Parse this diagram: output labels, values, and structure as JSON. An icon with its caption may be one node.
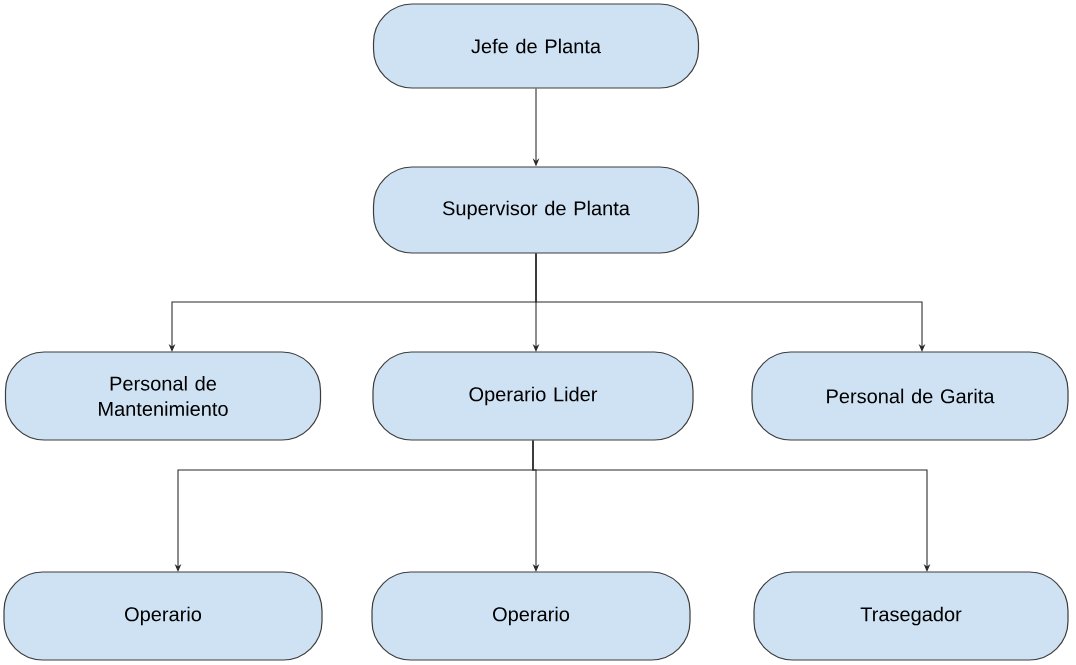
{
  "diagram": {
    "nodes": [
      {
        "text": [
          "Jefe de Planta"
        ]
      },
      {
        "text": [
          "Supervisor de Planta"
        ]
      },
      {
        "text": [
          "Personal de Mantenimiento"
        ]
      },
      {
        "text": [
          "Operario Lider"
        ]
      },
      {
        "text": [
          "Personal de Garita"
        ]
      },
      {
        "text": [
          "Operario"
        ]
      },
      {
        "text": [
          "Operario"
        ]
      },
      {
        "text": [
          "Trasegador"
        ]
      }
    ],
    "edges": [
      {
        "from": 0,
        "to": 1,
        "arrow": "to"
      },
      {
        "from": 1,
        "to": 2,
        "arrow": "to"
      },
      {
        "from": 1,
        "to": 3,
        "arrow": "to"
      },
      {
        "from": 1,
        "to": 4,
        "arrow": "to"
      },
      {
        "from": 3,
        "to": 5,
        "arrow": "to"
      },
      {
        "from": 3,
        "to": 6,
        "arrow": "to"
      },
      {
        "from": 3,
        "to": 7,
        "arrow": "to"
      }
    ]
  }
}
